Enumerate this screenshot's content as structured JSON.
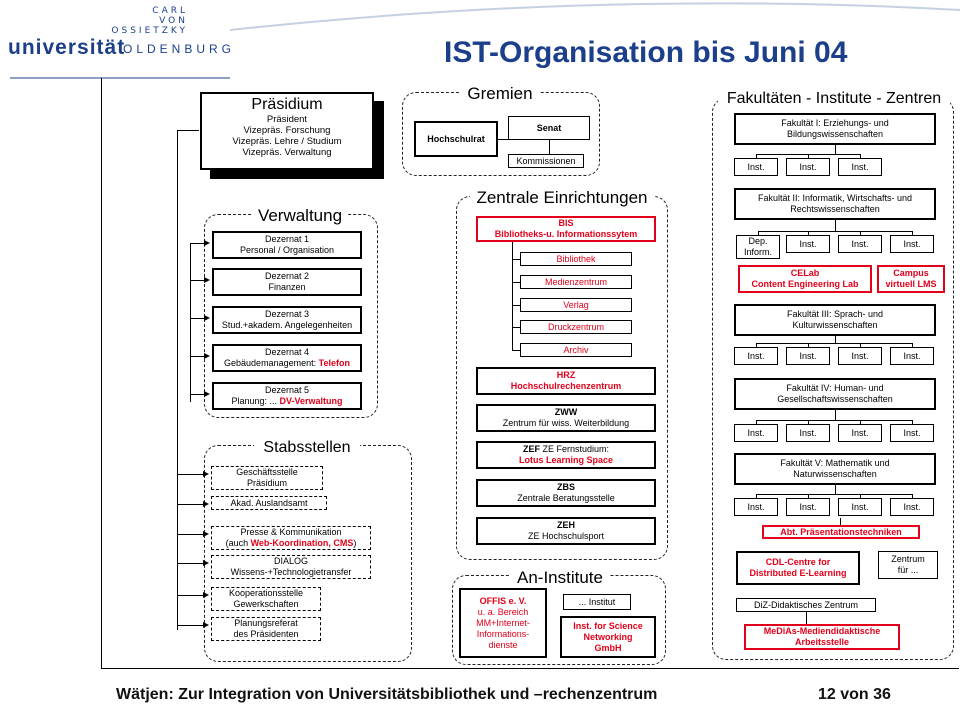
{
  "header": {
    "logo_top1": "CARL",
    "logo_top2": "VON",
    "logo_top3": "OSSIETZKY",
    "logo_main": "universität",
    "logo_city": "OLDENBURG",
    "title": "IST-Organisation bis Juni 04"
  },
  "praesidium": {
    "title": "Präsidium",
    "lines": [
      "Präsident",
      "Vizepräs. Forschung",
      "Vizepräs. Lehre / Studium",
      "Vizepräs. Verwaltung"
    ]
  },
  "gremien": {
    "title": "Gremien",
    "hochschulrat": "Hochschulrat",
    "senat": "Senat",
    "kommissionen": "Kommissionen"
  },
  "verwaltung": {
    "title": "Verwaltung",
    "items": [
      {
        "l1": "Dezernat 1",
        "l2": "Personal / Organisation",
        "l2red": ""
      },
      {
        "l1": "Dezernat 2",
        "l2": "Finanzen",
        "l2red": ""
      },
      {
        "l1": "Dezernat 3",
        "l2": "Stud.+akadem. Angelegenheiten",
        "l2red": ""
      },
      {
        "l1": "Dezernat 4",
        "l2": "Gebäudemanagement: ",
        "l2red": "Telefon"
      },
      {
        "l1": "Dezernat 5",
        "l2": "Planung: ... ",
        "l2red": "DV-Verwaltung"
      }
    ]
  },
  "stabsstellen": {
    "title": "Stabsstellen",
    "items": [
      {
        "l1": "Geschäftsstelle",
        "l2": "Präsidium",
        "l2red": ""
      },
      {
        "l1": "Akad. Auslandsamt",
        "l2": "",
        "l2red": ""
      },
      {
        "l1": "Presse & Kommunikation",
        "l2": "(auch ",
        "l2red": "Web-Koordination, CMS",
        "l2end": ")"
      },
      {
        "l1": "DIALOG",
        "l2": "Wissens-+Technologietransfer",
        "l2red": ""
      },
      {
        "l1": "Kooperationsstelle",
        "l2": "Gewerkschaften",
        "l2red": ""
      },
      {
        "l1": "Planungsreferat",
        "l2": "des Präsidenten",
        "l2red": ""
      }
    ]
  },
  "zentrale": {
    "title": "Zentrale Einrichtungen",
    "bis_l1": "BIS",
    "bis_l2": "Bibliotheks-u. Informationssytem",
    "bis_sub": [
      "Bibliothek",
      "Medienzentrum",
      "Verlag",
      "Druckzentrum",
      "Archiv"
    ],
    "hrz_l1": "HRZ",
    "hrz_l2": "Hochschulrechenzentrum",
    "zww_l1": "ZWW",
    "zww_l2": "Zentrum für wiss. Weiterbildung",
    "zef_l1": "ZEF",
    "zef_l1b": " ZE Fernstudium:",
    "zef_l2": "Lotus Learning Space",
    "zbs_l1": "ZBS",
    "zbs_l2": "Zentrale Beratungsstelle",
    "zeh_l1": "ZEH",
    "zeh_l2": "ZE Hochschulsport"
  },
  "an_institute": {
    "title": "An-Institute",
    "offis": [
      "OFFIS e. V.",
      "u. a. Bereich",
      "MM+Internet-",
      "Informations-",
      "dienste"
    ],
    "institut": "... Institut",
    "science": [
      "Inst. for Science",
      "Networking",
      "GmbH"
    ]
  },
  "fakultaeten": {
    "title": "Fakultäten - Institute - Zentren",
    "inst": "Inst.",
    "f1": [
      "Fakultät I: Erziehungs- und",
      "Bildungswissenschaften"
    ],
    "f2": [
      "Fakultät II: Informatik, Wirtschafts- und",
      "Rechtswissenschaften"
    ],
    "dep": [
      "Dep.",
      "Inform."
    ],
    "celab": [
      "CELab",
      "Content Engineering Lab"
    ],
    "campus": [
      "Campus",
      "virtuell LMS"
    ],
    "f3": [
      "Fakultät III: Sprach- und",
      "Kulturwissenschaften"
    ],
    "f4": [
      "Fakultät IV: Human- und",
      "Gesellschaftswissenschaften"
    ],
    "f5": [
      "Fakultät V: Mathematik und",
      "Naturwissenschaften"
    ],
    "abt": "Abt. Präsentationstechniken",
    "cdl": [
      "CDL-Centre for",
      "Distributed E-Learning"
    ],
    "zentrum": [
      "Zentrum",
      "für ..."
    ],
    "diz": "DiZ-Didaktisches Zentrum",
    "medias": [
      "MeDiAs-Mediendidaktische",
      "Arbeitsstelle"
    ]
  },
  "footer": {
    "left": "Wätjen: Zur Integration von Universitätsbibliothek und –rechenzentrum",
    "right": "12 von 36"
  }
}
